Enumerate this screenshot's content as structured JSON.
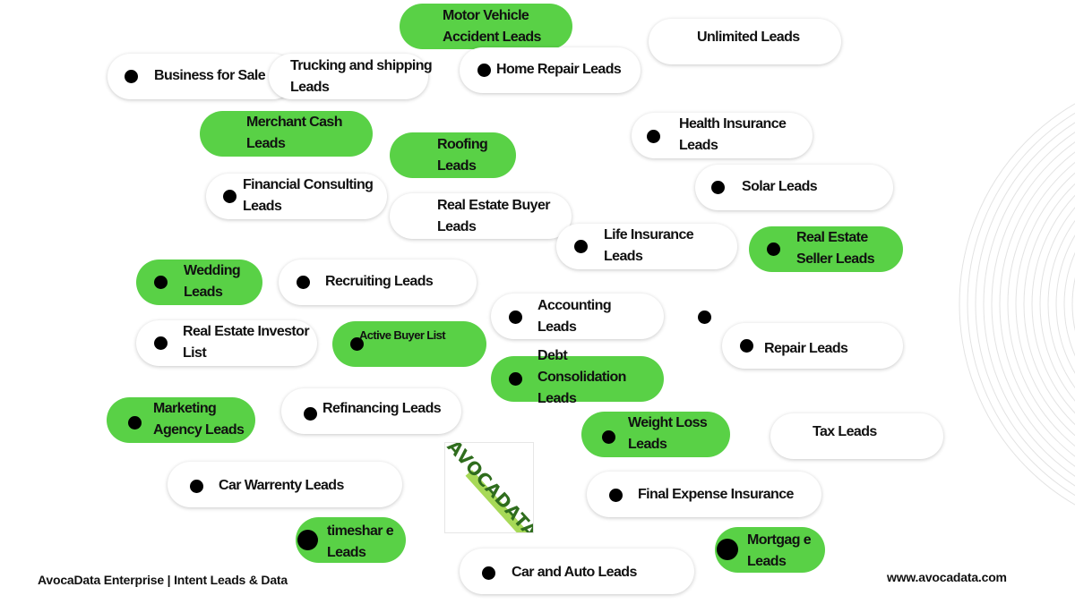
{
  "leads": [
    {
      "id": "motor-vehicle-accident-leads",
      "label": "Motor Vehicle Accident Leads",
      "green": true,
      "dot": false
    },
    {
      "id": "unlimited-leads",
      "label": "Unlimited Leads",
      "green": false,
      "dot": false
    },
    {
      "id": "business-for-sale",
      "label": "Business for Sale",
      "green": false,
      "dot": true
    },
    {
      "id": "trucking-and-shipping-leads",
      "label": "Trucking and shipping Leads",
      "green": false,
      "dot": false
    },
    {
      "id": "home-repair-leads",
      "label": "Home Repair Leads",
      "green": false,
      "dot": true
    },
    {
      "id": "merchant-cash-leads",
      "label": "Merchant Cash Leads",
      "green": true,
      "dot": false
    },
    {
      "id": "roofing-leads",
      "label": "Roofing Leads",
      "green": true,
      "dot": false
    },
    {
      "id": "health-insurance-leads",
      "label": "Health Insurance Leads",
      "green": false,
      "dot": true
    },
    {
      "id": "solar-leads",
      "label": "Solar Leads",
      "green": false,
      "dot": true
    },
    {
      "id": "financial-consulting-leads",
      "label": "Financial Consulting Leads",
      "green": false,
      "dot": true
    },
    {
      "id": "real-estate-buyer-leads",
      "label": "Real Estate Buyer Leads",
      "green": false,
      "dot": false
    },
    {
      "id": "life-insurance-leads",
      "label": "Life Insurance Leads",
      "green": false,
      "dot": true
    },
    {
      "id": "real-estate-seller-leads",
      "label": "Real Estate Seller Leads",
      "green": true,
      "dot": true
    },
    {
      "id": "wedding-leads",
      "label": "Wedding Leads",
      "green": true,
      "dot": true
    },
    {
      "id": "recruiting-leads",
      "label": "Recruiting Leads",
      "green": false,
      "dot": true
    },
    {
      "id": "accounting-leads",
      "label": "Accounting Leads",
      "green": false,
      "dot": true
    },
    {
      "id": "real-estate-investor-list",
      "label": "Real Estate Investor List",
      "green": false,
      "dot": true
    },
    {
      "id": "active-buyer-list",
      "label": "Active Buyer List",
      "green": true,
      "dot": true
    },
    {
      "id": "repair-leads",
      "label": "Repair Leads",
      "green": false,
      "dot": true
    },
    {
      "id": "debt-consolidation-leads",
      "label": "Debt Consolidation Leads",
      "green": true,
      "dot": true
    },
    {
      "id": "marketing-agency-leads",
      "label": "Marketing Agency Leads",
      "green": true,
      "dot": true
    },
    {
      "id": "refinancing-leads",
      "label": "Refinancing Leads",
      "green": false,
      "dot": true
    },
    {
      "id": "weight-loss-leads",
      "label": "Weight Loss Leads",
      "green": true,
      "dot": true
    },
    {
      "id": "tax-leads",
      "label": "Tax Leads",
      "green": false,
      "dot": false
    },
    {
      "id": "car-warrenty-leads",
      "label": "Car Warrenty Leads",
      "green": false,
      "dot": true
    },
    {
      "id": "final-expense-insurance",
      "label": "Final Expense Insurance",
      "green": false,
      "dot": true
    },
    {
      "id": "timeshare-leads",
      "label": "timeshar e Leads",
      "green": true,
      "dot": true
    },
    {
      "id": "mortgage-leads",
      "label": "Mortgag e Leads",
      "green": true,
      "dot": true
    },
    {
      "id": "car-and-auto-leads",
      "label": "Car and Auto Leads",
      "green": false,
      "dot": true
    }
  ],
  "logo": {
    "text": "AVOCADATA"
  },
  "footer": {
    "left": "AvocaData Enterprise | Intent Leads & Data",
    "right": "www.avocadata.com"
  },
  "colors": {
    "green": "#59d146",
    "logo_green": "#2f6d1d",
    "logo_band": "#a7d957",
    "dot": "#000000",
    "text": "#111111"
  }
}
